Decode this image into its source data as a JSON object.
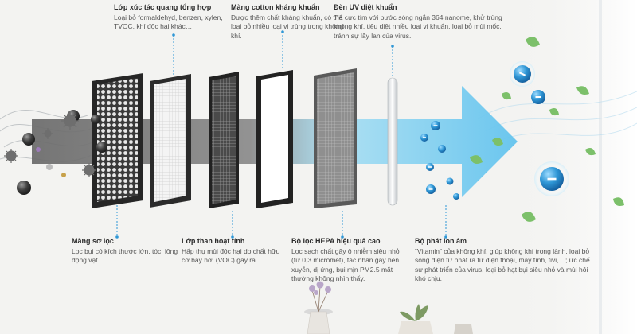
{
  "colors": {
    "accent": "#2f97d6",
    "arrow_dark": "#4a4a4a",
    "arrow_light": "#69c6ee",
    "leaf": "#7cc06a",
    "text_title": "#2b2b2b",
    "text_body": "#555555"
  },
  "layers": [
    {
      "title": "Màng sơ lọc",
      "desc": "Lọc bụi có kích thước lớn, tóc, lông động vật…",
      "position": "bottom"
    },
    {
      "title": "Lớp xúc tác quang tổng hợp",
      "desc": "Loại bỏ formaldehyd, benzen, xylen, TVOC, khí độc hại khác…",
      "position": "top"
    },
    {
      "title": "Lớp than hoạt tính",
      "desc": "Hấp thụ mùi độc hại do chất hữu cơ bay hơi (VOC) gây ra.",
      "position": "bottom"
    },
    {
      "title": "Màng cotton kháng khuẩn",
      "desc": "Được thêm chất kháng khuẩn, có thể loại bỏ nhiều loại vi trùng trong không khí.",
      "position": "top"
    },
    {
      "title": "Bộ lọc HEPA hiệu quả cao",
      "desc": "Lọc sạch chất gây ô nhiễm siêu nhỏ (từ 0,3 micromet), tác nhân gây hen xuyễn, dị ứng, bụi mịn PM2.5 mắt thường không nhìn thấy.",
      "position": "bottom"
    },
    {
      "title": "Đèn UV diệt khuẩn",
      "desc": "Tia cực tím với bước sóng ngắn 364 nanome, khử trùng không khí, tiêu diệt nhiều loại vi khuẩn, loại bỏ mùi mốc, tránh sự lây lan của virus.",
      "position": "top"
    },
    {
      "title": "Bộ phát ion âm",
      "desc": "“Vitamin” của không khí, giúp không khí trong lành, loại bỏ sóng điện từ phát ra từ điện thoại, máy tính, tivi,…; ức chế sự phát triển của virus, loại bỏ hạt bụi siêu nhỏ và mùi hôi khó chịu.",
      "position": "bottom"
    }
  ],
  "icons": {
    "ion": "negative-ion-icon",
    "leaf": "leaf-icon",
    "virus": "virus-icon",
    "dust": "dust-particle-icon"
  },
  "ion_symbol": "−"
}
